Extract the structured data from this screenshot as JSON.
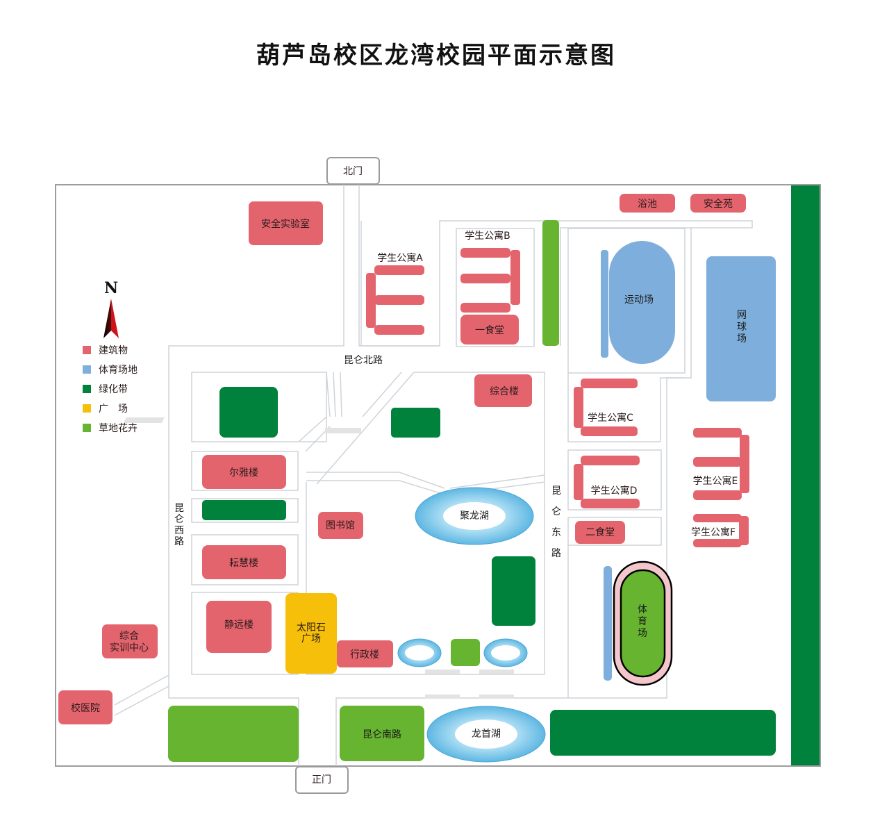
{
  "title": "葫芦岛校区龙湾校园平面示意图",
  "colors": {
    "building": "#e4646e",
    "sports": "#7eaedb",
    "greenbelt": "#00823c",
    "plaza": "#f6bf0a",
    "grass": "#66b42f",
    "lake": "#7cc7ea",
    "track": "#f3c6cc"
  },
  "compass": {
    "letter": "N",
    "icon": "north-arrow-icon"
  },
  "legend": [
    {
      "label": "建筑物",
      "color": "#e4646e"
    },
    {
      "label": "体育场地",
      "color": "#7eaedb"
    },
    {
      "label": "绿化带",
      "color": "#00823c"
    },
    {
      "label": "广　场",
      "color": "#f6bf0a"
    },
    {
      "label": "草地花卉",
      "color": "#66b42f"
    }
  ],
  "gates": {
    "north": "北门",
    "main": "正门"
  },
  "roads": {
    "north": "昆仑北路",
    "west": [
      "昆",
      "仑",
      "西",
      "路"
    ],
    "east": [
      "昆",
      "仑",
      "东",
      "路"
    ],
    "south": "昆仑南路"
  },
  "buildings": {
    "safety_lab": "安全实验室",
    "bath": "浴池",
    "anquan_yuan": "安全苑",
    "dorm_a": "学生公寓A",
    "dorm_b": "学生公寓B",
    "canteen_1": "一食堂",
    "dorm_c": "学生公寓C",
    "dorm_d": "学生公寓D",
    "dorm_e": "学生公寓E",
    "dorm_f": "学生公寓F",
    "canteen_2": "二食堂",
    "complex": "综合楼",
    "erya": "尔雅楼",
    "library": "图书馆",
    "yunhui": "耘慧楼",
    "jingyuan": "静远楼",
    "admin": "行政楼",
    "training": [
      "综合",
      "实训中心"
    ],
    "hospital": "校医院"
  },
  "sports": {
    "field": "运动场",
    "tennis": [
      "网",
      "球",
      "场"
    ],
    "stadium": [
      "体",
      "育",
      "场"
    ]
  },
  "plaza": [
    "太阳石",
    "广场"
  ],
  "lakes": {
    "julong": "聚龙湖",
    "longshou": "龙首湖"
  }
}
